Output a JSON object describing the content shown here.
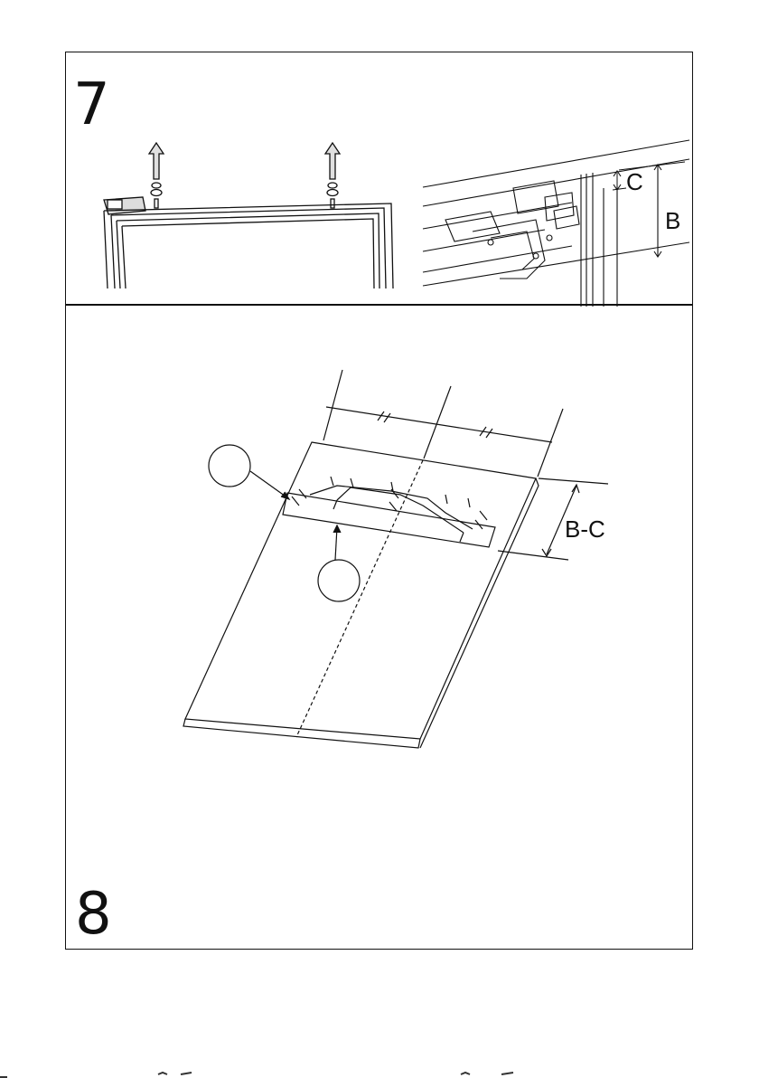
{
  "steps": [
    {
      "number": "7",
      "labels": {
        "c": "C",
        "b": "B"
      }
    },
    {
      "number": "8",
      "labels": {
        "bc": "B-C"
      }
    }
  ],
  "colors": {
    "line": "#111111",
    "arrow_fill": "#e0e0e0",
    "paper": "#ffffff"
  }
}
